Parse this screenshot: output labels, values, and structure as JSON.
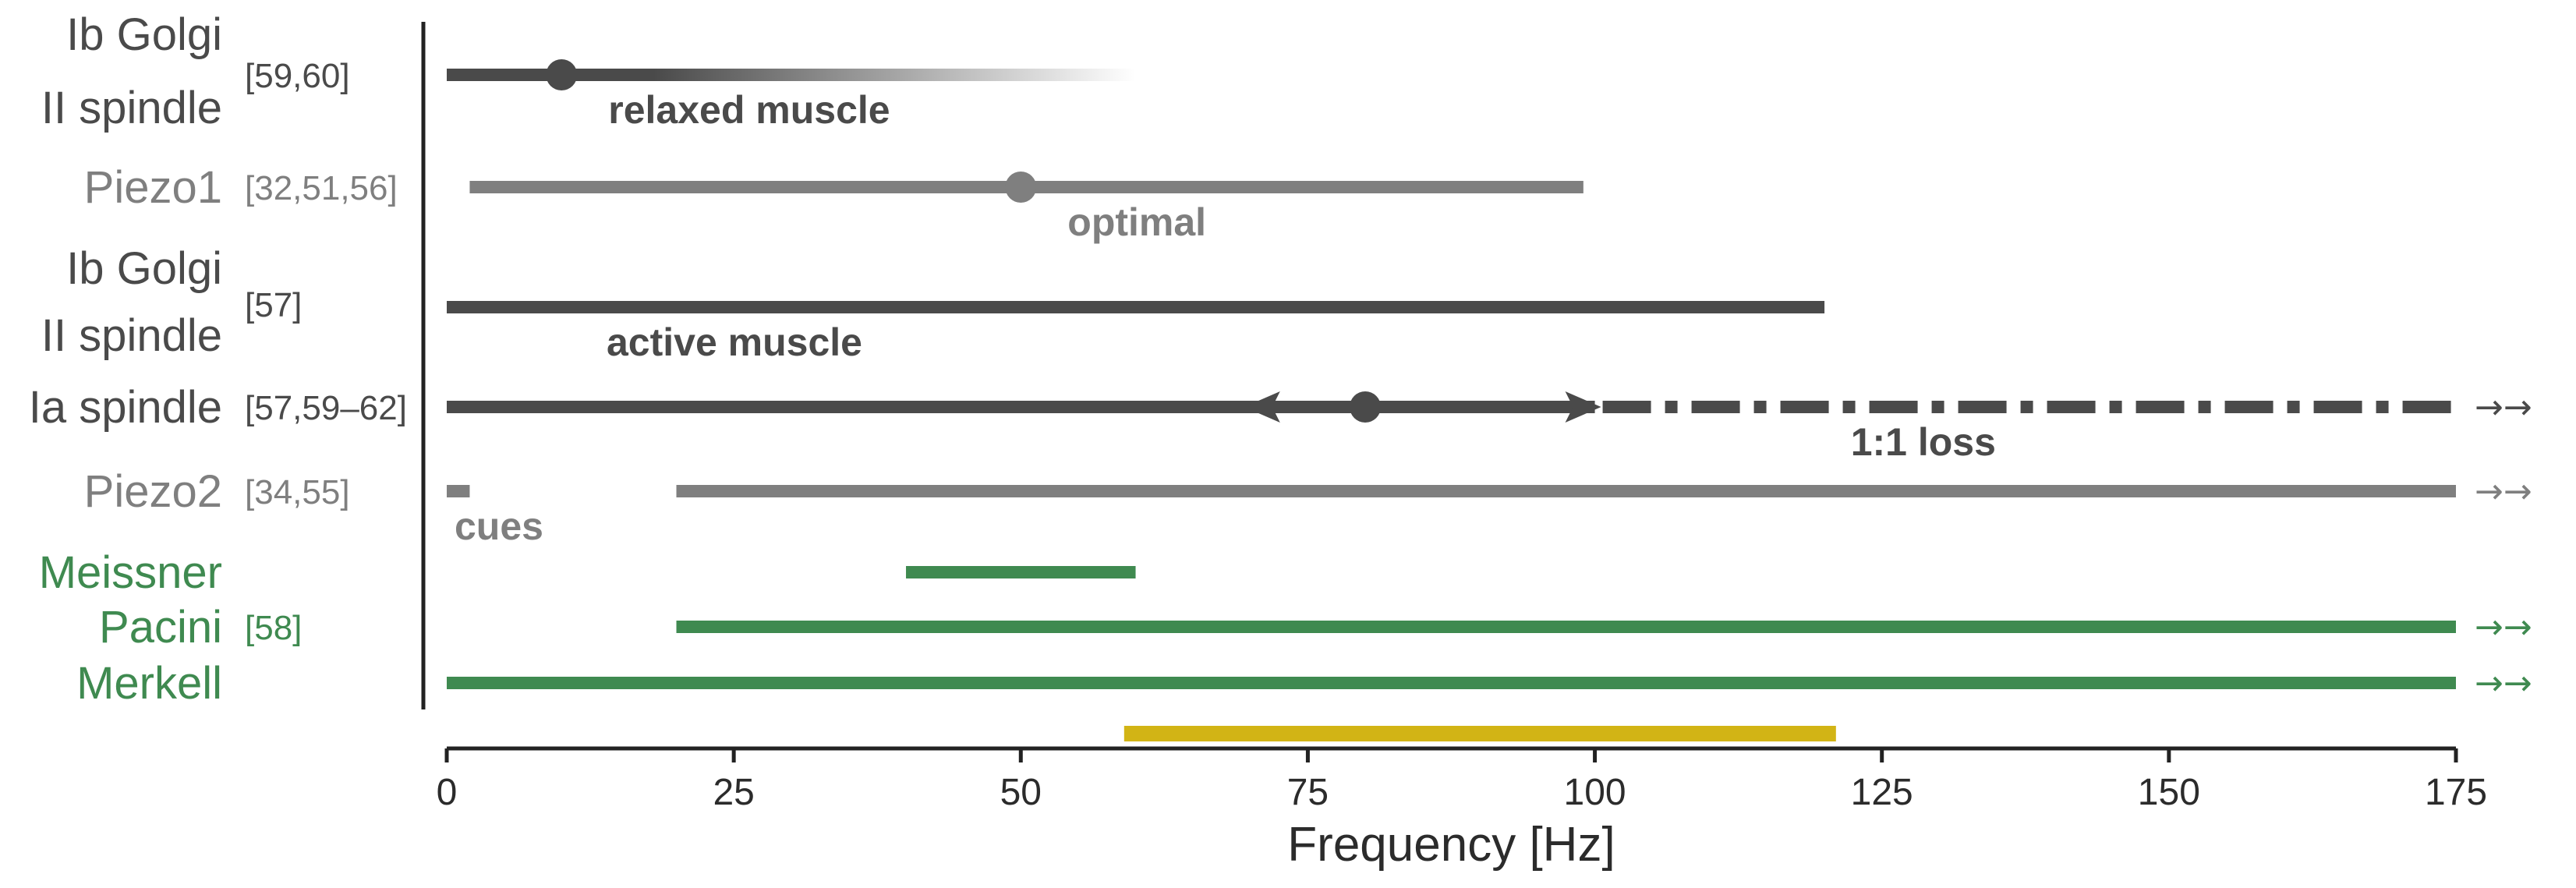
{
  "chart_data": {
    "type": "range",
    "xlabel": "Frequency [Hz]",
    "xlim": [
      0,
      175
    ],
    "xticks": [
      0,
      25,
      50,
      75,
      100,
      125,
      150,
      175
    ],
    "colors": {
      "dark": "#4a4a4a",
      "mid": "#7f7f7f",
      "green": "#3f8a50",
      "gold": "#d2b415",
      "axis": "#222222"
    },
    "arrow_glyph": "→→",
    "rows": [
      {
        "labels": [
          "Ib Golgi",
          "II spindle"
        ],
        "ref": "[59,60]",
        "color": "dark",
        "segments": [
          {
            "x0": 0,
            "x1": 60,
            "style": "fade"
          }
        ],
        "point": 10,
        "note": "relaxed muscle"
      },
      {
        "labels": [
          "Piezo1"
        ],
        "ref": "[32,51,56]",
        "color": "mid",
        "segments": [
          {
            "x0": 2,
            "x1": 99,
            "style": "solid"
          }
        ],
        "point": 50,
        "note": "optimal"
      },
      {
        "labels": [
          "Ib Golgi",
          "II spindle"
        ],
        "ref": "[57]",
        "color": "dark",
        "segments": [
          {
            "x0": 0,
            "x1": 120,
            "style": "solid"
          }
        ],
        "note": "active muscle"
      },
      {
        "labels": [
          "Ia spindle"
        ],
        "ref": "[57,59–62]",
        "color": "dark",
        "segments": [
          {
            "x0": 0,
            "x1": 100,
            "style": "solid"
          },
          {
            "x0": 100,
            "x1": 175,
            "style": "dashdot"
          }
        ],
        "point": 80,
        "arrows": [
          70,
          100
        ],
        "note": "1:1 loss",
        "continues": true
      },
      {
        "labels": [
          "Piezo2"
        ],
        "ref": "[34,55]",
        "color": "mid",
        "segments": [
          {
            "x0": 0,
            "x1": 2,
            "style": "solid"
          },
          {
            "x0": 20,
            "x1": 175,
            "style": "solid"
          }
        ],
        "note": "cues",
        "continues": true
      },
      {
        "labels": [
          "Meissner"
        ],
        "ref": "",
        "color": "green",
        "segments": [
          {
            "x0": 40,
            "x1": 60,
            "style": "solid"
          }
        ]
      },
      {
        "labels": [
          "Pacini"
        ],
        "ref": "[58]",
        "color": "green",
        "segments": [
          {
            "x0": 20,
            "x1": 175,
            "style": "solid"
          }
        ],
        "continues": true
      },
      {
        "labels": [
          "Merkell"
        ],
        "ref": "",
        "color": "green",
        "segments": [
          {
            "x0": 0,
            "x1": 175,
            "style": "solid"
          }
        ],
        "continues": true
      }
    ],
    "highlight": {
      "x0": 59,
      "x1": 121,
      "color": "gold"
    }
  }
}
